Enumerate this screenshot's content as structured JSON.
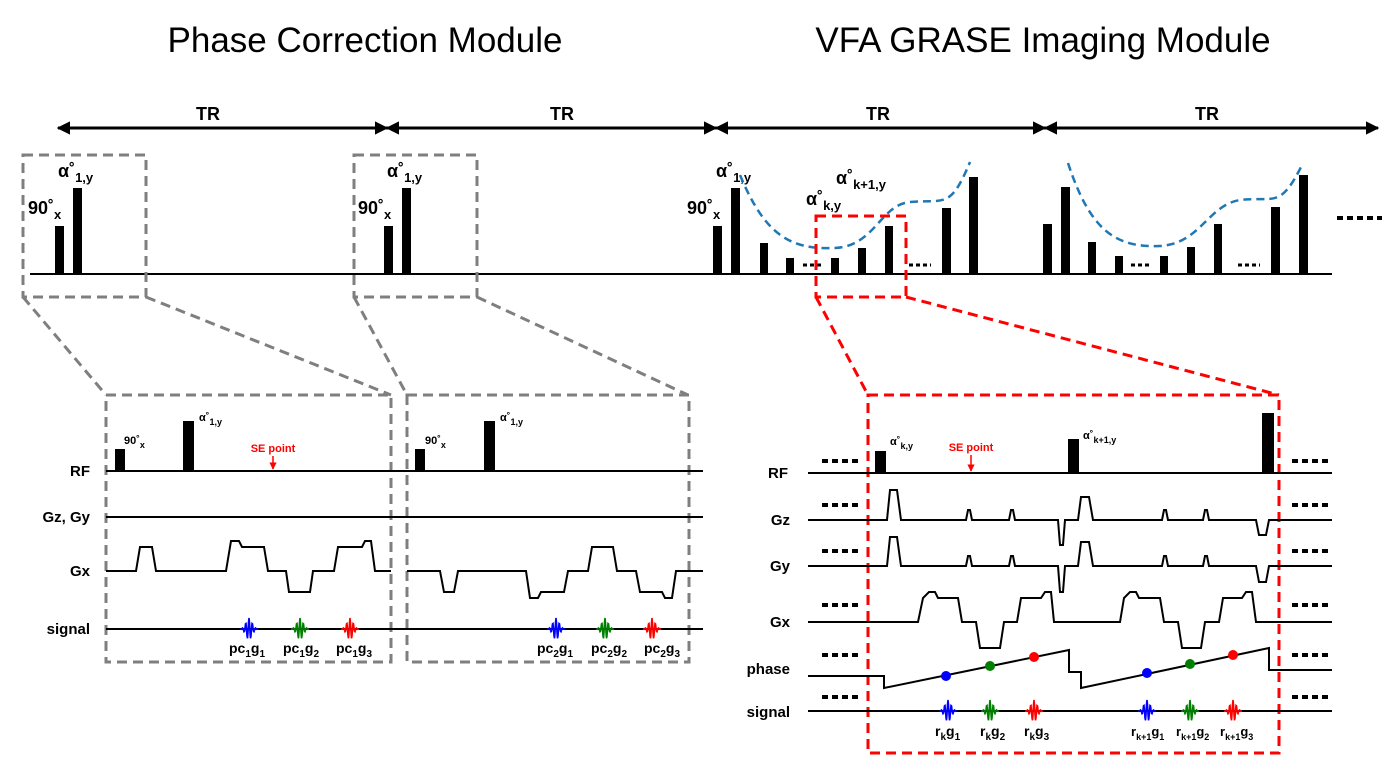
{
  "titles": {
    "left": "Phase Correction Module",
    "right": "VFA GRASE Imaging Module"
  },
  "tr_label": "TR",
  "top_labels": {
    "alpha_1y": {
      "base": "α˚",
      "sub": "1,y"
    },
    "pulse_90x": {
      "base": "90˚",
      "sub": "x"
    },
    "alpha_ky": {
      "base": "α˚",
      "sub": "k,y"
    },
    "alpha_k1y": {
      "base": "α˚",
      "sub": "k+1,y"
    }
  },
  "rows": {
    "rf": "RF",
    "gz_gy": "Gz, Gy",
    "gx": "Gx",
    "signal": "signal",
    "gz": "Gz",
    "gy": "Gy",
    "phase": "phase"
  },
  "se_point": "SE point",
  "echoes_pc1": [
    {
      "base": "pc",
      "sub1": "1",
      "mid": "g",
      "sub2": "1"
    },
    {
      "base": "pc",
      "sub1": "1",
      "mid": "g",
      "sub2": "2"
    },
    {
      "base": "pc",
      "sub1": "1",
      "mid": "g",
      "sub2": "3"
    }
  ],
  "echoes_pc2": [
    {
      "base": "pc",
      "sub1": "2",
      "mid": "g",
      "sub2": "1"
    },
    {
      "base": "pc",
      "sub1": "2",
      "mid": "g",
      "sub2": "2"
    },
    {
      "base": "pc",
      "sub1": "2",
      "mid": "g",
      "sub2": "3"
    }
  ],
  "echoes_rk": [
    {
      "base": "r",
      "sub1": "k",
      "mid": "g",
      "sub2": "1"
    },
    {
      "base": "r",
      "sub1": "k",
      "mid": "g",
      "sub2": "2"
    },
    {
      "base": "r",
      "sub1": "k",
      "mid": "g",
      "sub2": "3"
    }
  ],
  "echoes_rk1": [
    {
      "base": "r",
      "sub1": "k+1",
      "mid": "g",
      "sub2": "1"
    },
    {
      "base": "r",
      "sub1": "k+1",
      "mid": "g",
      "sub2": "2"
    },
    {
      "base": "r",
      "sub1": "k+1",
      "mid": "g",
      "sub2": "3"
    }
  ],
  "colors": {
    "g1": "#0000ff",
    "g2": "#008000",
    "g3": "#ff0000",
    "curve": "#1f77b4",
    "gray_box": "#7f7f7f",
    "red_box": "#ff0000"
  }
}
